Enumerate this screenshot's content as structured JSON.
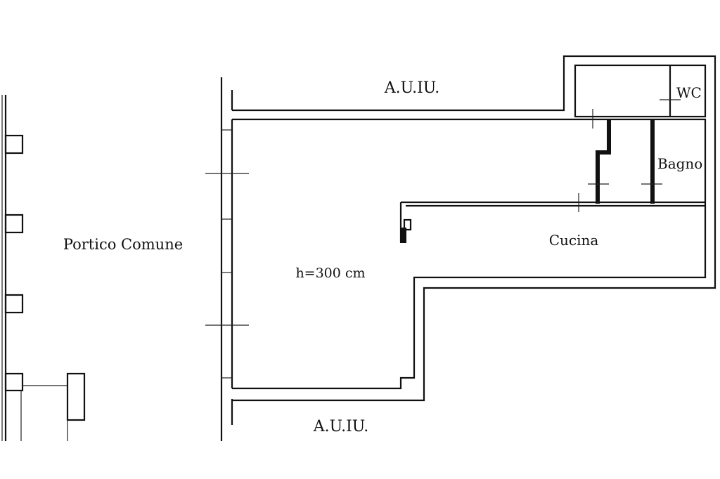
{
  "labels": {
    "auiu_top": "A.U.IU.",
    "auiu_bottom": "A.U.IU.",
    "wc": "WC",
    "bagno": "Bagno",
    "cucina": "Cucina",
    "portico": "Portico Comune",
    "height": "h=300 cm"
  }
}
